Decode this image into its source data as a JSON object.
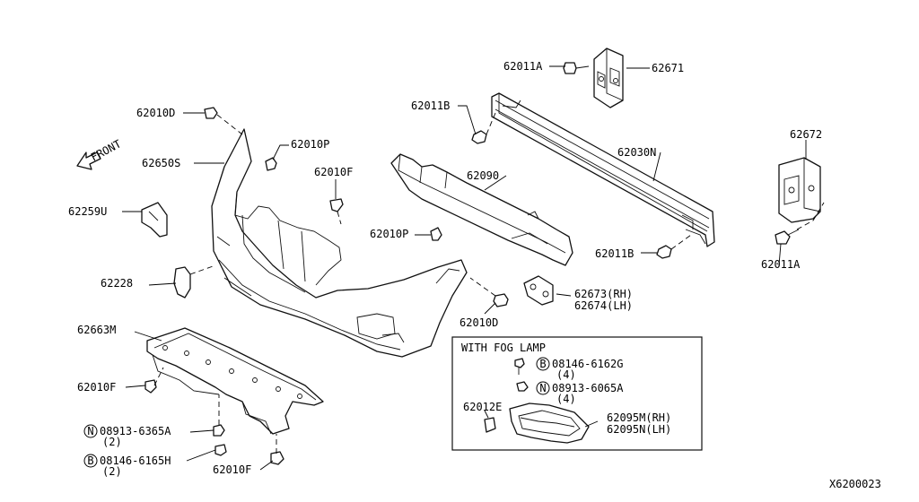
{
  "diagram_id": "X6200023",
  "direction": "FRONT",
  "fog_lamp_box": {
    "title": "WITH FOG LAMP",
    "items": [
      {
        "badge": "B",
        "part": "08146-6162G",
        "qty": "(4)"
      },
      {
        "badge": "N",
        "part": "08913-6065A",
        "qty": "(4)"
      }
    ],
    "parts": {
      "clip": "62012E",
      "bezel_rh": "62095M(RH)",
      "bezel_lh": "62095N(LH)"
    }
  },
  "labels": {
    "p62011A_top": "62011A",
    "p62671": "62671",
    "p62011B_top": "62011B",
    "p62030N": "62030N",
    "p62672": "62672",
    "p62011A_right": "62011A",
    "p62011B_bottom": "62011B",
    "p62090": "62090",
    "p62010P_right": "62010P",
    "p62673": "62673(RH)",
    "p62674": "62674(LH)",
    "p62010D_bottom": "62010D",
    "p62010D_top": "62010D",
    "p62650S": "62650S",
    "p62010P_top": "62010P",
    "p62010F_center": "62010F",
    "p62259U": "62259U",
    "p62228": "62228",
    "p62663M": "62663M",
    "p62010F_left": "62010F",
    "p62010F_bottom": "62010F"
  },
  "fasteners_bottom": [
    {
      "badge": "N",
      "part": "08913-6365A",
      "qty": "(2)"
    },
    {
      "badge": "B",
      "part": "08146-6165H",
      "qty": "(2)"
    }
  ]
}
